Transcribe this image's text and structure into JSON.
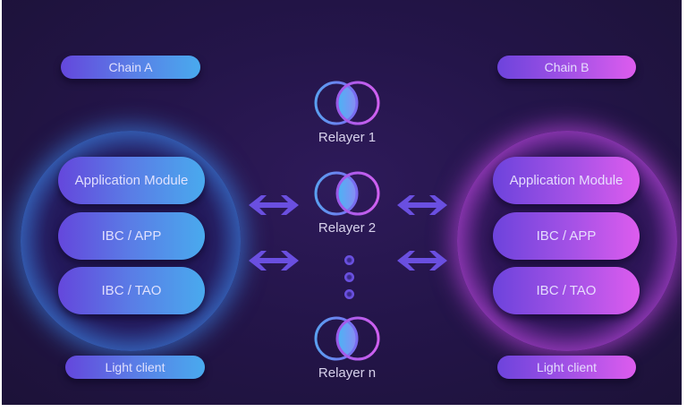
{
  "diagram": {
    "chain_a": {
      "title": "Chain A",
      "modules": [
        "Application Module",
        "IBC / APP",
        "IBC / TAO"
      ],
      "footer": "Light client",
      "accent": "#49aaee"
    },
    "chain_b": {
      "title": "Chain B",
      "modules": [
        "Application Module",
        "IBC / APP",
        "IBC / TAO"
      ],
      "footer": "Light client",
      "accent": "#dd5cee"
    },
    "relayers": [
      {
        "label": "Relayer 1",
        "icon": "venn-relayer-icon"
      },
      {
        "label": "Relayer 2",
        "icon": "venn-relayer-icon"
      },
      {
        "label": "Relayer n",
        "icon": "venn-relayer-icon"
      }
    ],
    "connectors": {
      "icon": "bidirectional-arrow-icon",
      "ellipsis_icon": "vertical-dots-icon",
      "color": "#6a4fe0"
    },
    "background_color": "#24154a"
  }
}
